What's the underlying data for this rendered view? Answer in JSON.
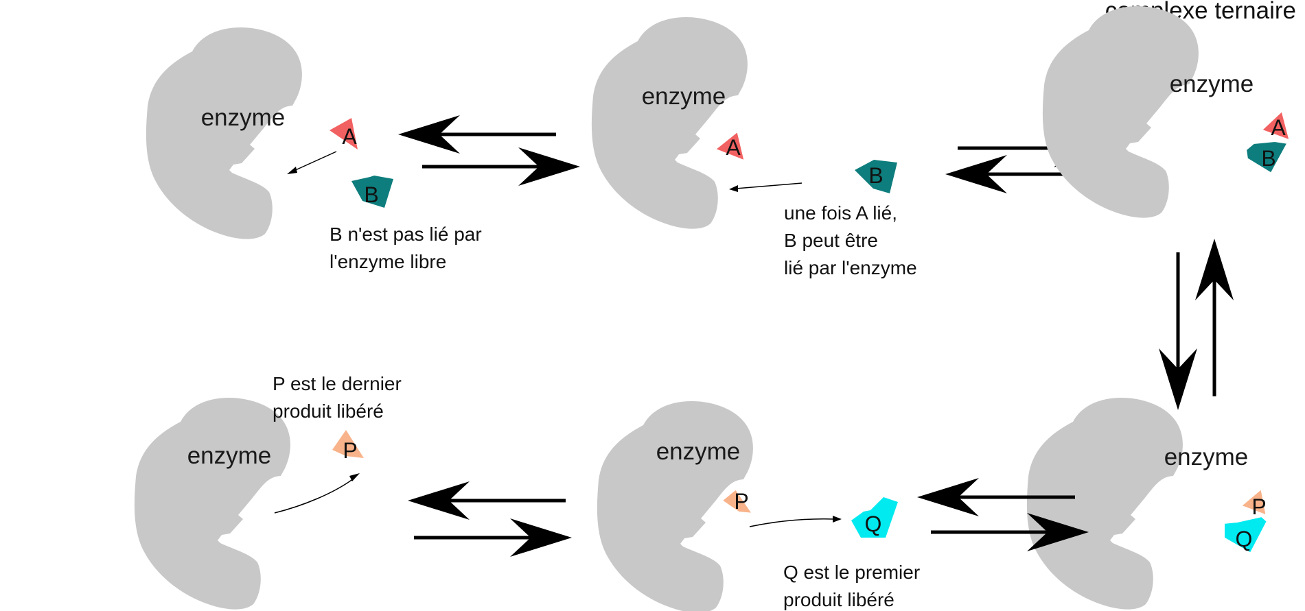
{
  "title": "complexe ternaire",
  "enzyme_label": "enzyme",
  "substrates": {
    "a": "A",
    "b": "B"
  },
  "products": {
    "p": "P",
    "q": "Q"
  },
  "captions": {
    "b_not_bound": [
      "B n'est pas lié par",
      "l'enzyme libre"
    ],
    "once_a_bound": [
      "une fois A lié,",
      "B peut être",
      "lié par l'enzyme"
    ],
    "p_last": [
      "P est le dernier",
      "produit libéré"
    ],
    "q_first": [
      "Q est le premier",
      "produit libéré"
    ]
  },
  "colors": {
    "enzyme": "#c8c8c8",
    "substrate_a": "#f26161",
    "substrate_b": "#0e7d7d",
    "product_p": "#f8b38a",
    "product_q": "#00eaf0",
    "arrow": "#000000"
  }
}
